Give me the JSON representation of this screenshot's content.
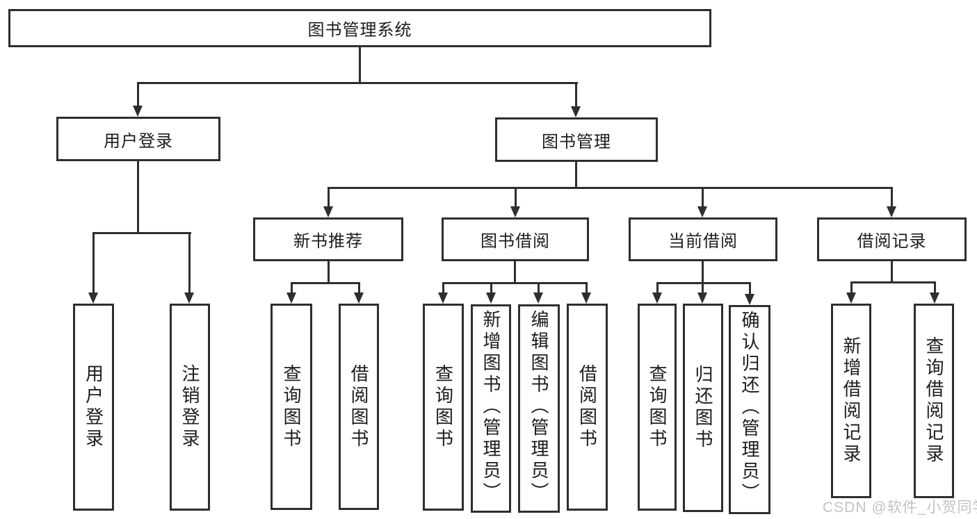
{
  "tree": {
    "root": {
      "label": "图书管理系统"
    },
    "branches": [
      {
        "label": "用户登录",
        "children": [
          {
            "label": "用户登录"
          },
          {
            "label": "注销登录"
          }
        ]
      },
      {
        "label": "图书管理",
        "children": [
          {
            "label": "新书推荐",
            "children": [
              {
                "label": "查询图书"
              },
              {
                "label": "借阅图书"
              }
            ]
          },
          {
            "label": "图书借阅",
            "children": [
              {
                "label": "查询图书"
              },
              {
                "label": "新增图书（管理员）"
              },
              {
                "label": "编辑图书（管理员）"
              },
              {
                "label": "借阅图书"
              }
            ]
          },
          {
            "label": "当前借阅",
            "children": [
              {
                "label": "查询图书"
              },
              {
                "label": "归还图书"
              },
              {
                "label": "确认归还（管理员）"
              }
            ]
          },
          {
            "label": "借阅记录",
            "children": [
              {
                "label": "新增借阅记录"
              },
              {
                "label": "查询借阅记录"
              }
            ]
          }
        ]
      }
    ]
  },
  "watermark": {
    "text": "CSDN @软件_小贺同学"
  },
  "colors": {
    "line": "#2e2e2e",
    "text": "#1c1c1c",
    "watermark": "#c2c2c2",
    "background": "#ffffff"
  }
}
